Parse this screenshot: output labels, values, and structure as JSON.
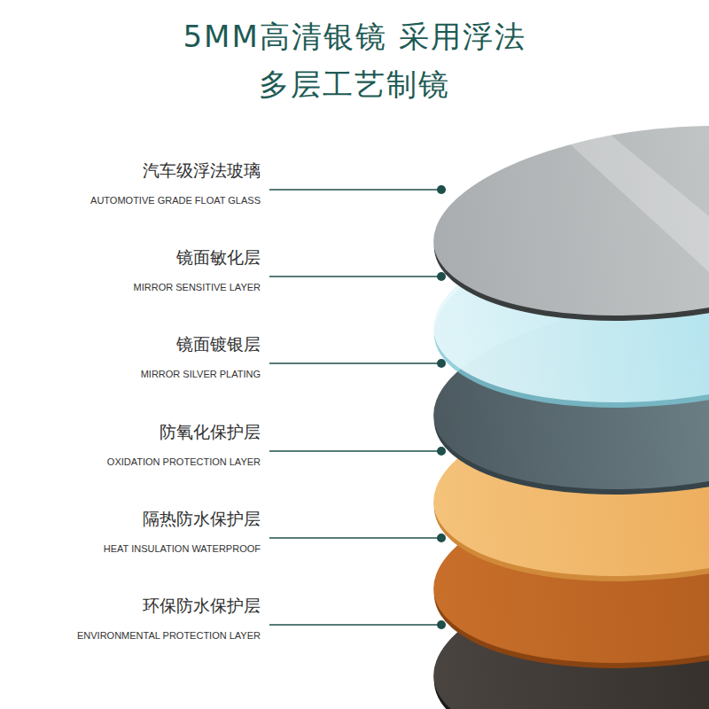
{
  "diagram": {
    "title": "5MM高清银镜 采用浮法多层工艺制镜",
    "labels": [
      "汽车级浮法玻璃",
      "AUTOMOTIVE GRADE FLOAT GLASS",
      "镜面敏化层",
      "MIRROR SENSITIVE LAYER",
      "镜面镀银层",
      "MIRROR SILVER PLATING",
      "防氧化保护层",
      "OXIDATION PROTECTION LAYER",
      "隔热防水保护层",
      "HEAT INSULATION WATERPROOF",
      "环保防水保护层",
      "ENVIRONMENTAL PROTECTION LAYER"
    ]
  }
}
